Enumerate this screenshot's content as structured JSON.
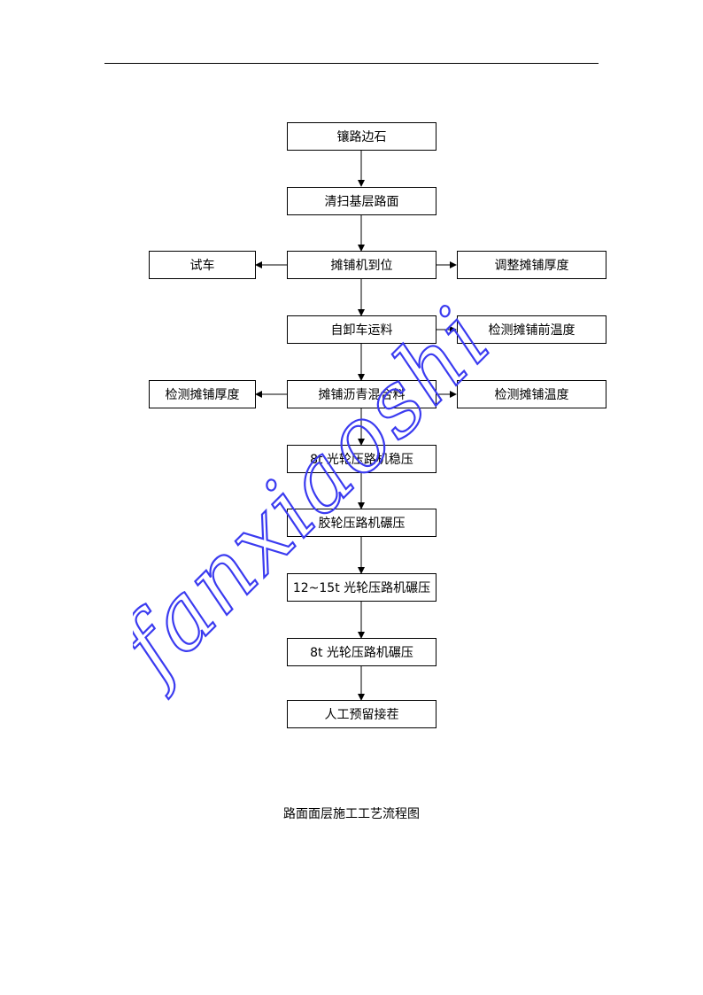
{
  "nodes": {
    "curb": "镶路边石",
    "clean_base": "清扫基层路面",
    "paver_position": "摊铺机到位",
    "test_run": "试车",
    "adjust_thickness": "调整摊铺厚度",
    "dump_truck": "自卸车运料",
    "check_pre_temp": "检测摊铺前温度",
    "check_thickness": "检测摊铺厚度",
    "pave_mix": "摊铺沥青混合料",
    "check_temp": "检测摊铺温度",
    "roller_8t_stabilize": "8t 光轮压路机稳压",
    "rubber_roller": "胶轮压路机碾压",
    "roller_12_15t": "12~15t 光轮压路机碾压",
    "roller_8t_compact": "8t 光轮压路机碾压",
    "manual_joint": "人工预留接茬"
  },
  "caption": "路面面层施工工艺流程图",
  "watermark": "fanxiaoshi",
  "colors": {
    "watermark": "#3b3bf0",
    "line": "#000000"
  }
}
